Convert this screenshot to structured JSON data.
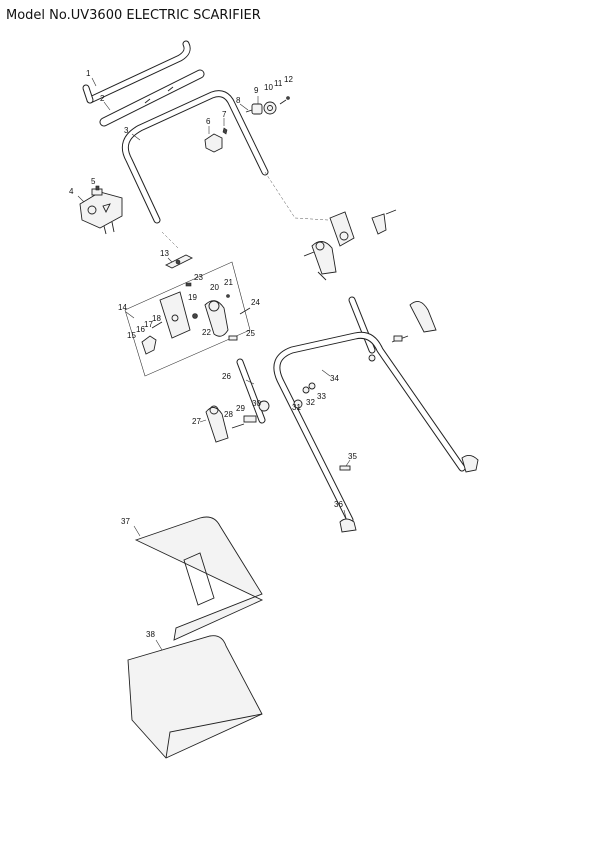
{
  "title": "Model No.UV3600 ELECTRIC SCARIFIER",
  "parts": [
    "1",
    "2",
    "3",
    "4",
    "5",
    "6",
    "7",
    "8",
    "9",
    "10",
    "11",
    "12",
    "13",
    "14",
    "15",
    "16",
    "17",
    "18",
    "19",
    "20",
    "21",
    "22",
    "23",
    "24",
    "25",
    "26",
    "27",
    "28",
    "29",
    "30",
    "31",
    "32",
    "33",
    "34",
    "35",
    "36",
    "37",
    "38"
  ]
}
